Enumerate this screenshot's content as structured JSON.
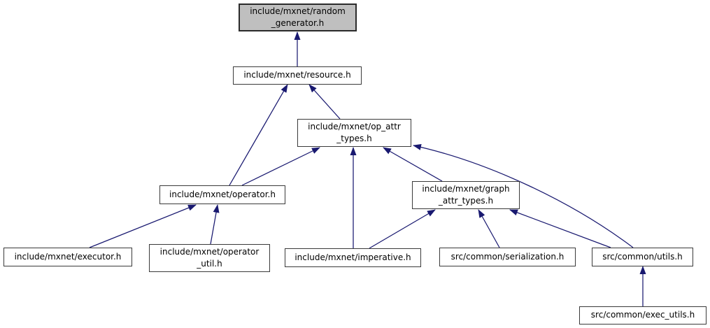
{
  "diagram": {
    "highlighted_node": "include/mxnet/random_generator.h",
    "colors": {
      "edge": "#191970",
      "node_fill": "#ffffff",
      "node_border": "#3a3a3a",
      "highlight_fill": "#bfbfbf",
      "highlight_border": "#2b2b2b",
      "text": "#000000",
      "background": "#ffffff"
    },
    "nodes": [
      {
        "id": "random_generator",
        "label": "include/mxnet/random_generator.h",
        "lines": [
          "include/mxnet/random",
          "_generator.h"
        ],
        "highlighted": true
      },
      {
        "id": "resource",
        "label": "include/mxnet/resource.h",
        "lines": [
          "include/mxnet/resource.h"
        ],
        "highlighted": false
      },
      {
        "id": "op_attr_types",
        "label": "include/mxnet/op_attr_types.h",
        "lines": [
          "include/mxnet/op_attr",
          "_types.h"
        ],
        "highlighted": false
      },
      {
        "id": "operator",
        "label": "include/mxnet/operator.h",
        "lines": [
          "include/mxnet/operator.h"
        ],
        "highlighted": false
      },
      {
        "id": "graph_attr_types",
        "label": "include/mxnet/graph_attr_types.h",
        "lines": [
          "include/mxnet/graph",
          "_attr_types.h"
        ],
        "highlighted": false
      },
      {
        "id": "executor",
        "label": "include/mxnet/executor.h",
        "lines": [
          "include/mxnet/executor.h"
        ],
        "highlighted": false
      },
      {
        "id": "operator_util",
        "label": "include/mxnet/operator_util.h",
        "lines": [
          "include/mxnet/operator",
          "_util.h"
        ],
        "highlighted": false
      },
      {
        "id": "imperative",
        "label": "include/mxnet/imperative.h",
        "lines": [
          "include/mxnet/imperative.h"
        ],
        "highlighted": false
      },
      {
        "id": "serialization",
        "label": "src/common/serialization.h",
        "lines": [
          "src/common/serialization.h"
        ],
        "highlighted": false
      },
      {
        "id": "utils",
        "label": "src/common/utils.h",
        "lines": [
          "src/common/utils.h"
        ],
        "highlighted": false
      },
      {
        "id": "exec_utils",
        "label": "src/common/exec_utils.h",
        "lines": [
          "src/common/exec_utils.h"
        ],
        "highlighted": false
      }
    ],
    "edges": [
      {
        "from": "resource",
        "to": "random_generator"
      },
      {
        "from": "operator",
        "to": "resource"
      },
      {
        "from": "op_attr_types",
        "to": "resource"
      },
      {
        "from": "operator",
        "to": "op_attr_types"
      },
      {
        "from": "imperative",
        "to": "op_attr_types"
      },
      {
        "from": "graph_attr_types",
        "to": "op_attr_types"
      },
      {
        "from": "utils",
        "to": "op_attr_types",
        "curved": true
      },
      {
        "from": "imperative",
        "to": "graph_attr_types"
      },
      {
        "from": "serialization",
        "to": "graph_attr_types"
      },
      {
        "from": "utils",
        "to": "graph_attr_types"
      },
      {
        "from": "executor",
        "to": "operator"
      },
      {
        "from": "operator_util",
        "to": "operator"
      },
      {
        "from": "exec_utils",
        "to": "utils"
      }
    ]
  }
}
